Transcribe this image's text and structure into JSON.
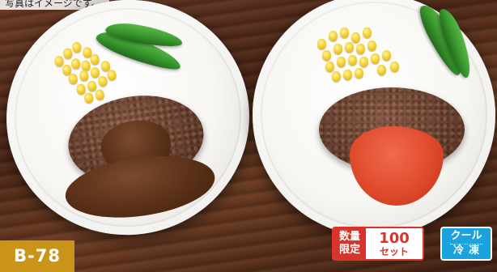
{
  "caption": "写真はイメージです。",
  "product_code": "B-78",
  "limited_badge": {
    "label_line1": "数量",
    "label_line2": "限定",
    "quantity": "100",
    "unit": "セット"
  },
  "frozen_badge": {
    "line1": "クール",
    "line2": "冷凍"
  },
  "colors": {
    "code_badge": "#c99418",
    "limited_red": "#d7342b",
    "frozen_blue": "#1aa3dd"
  }
}
